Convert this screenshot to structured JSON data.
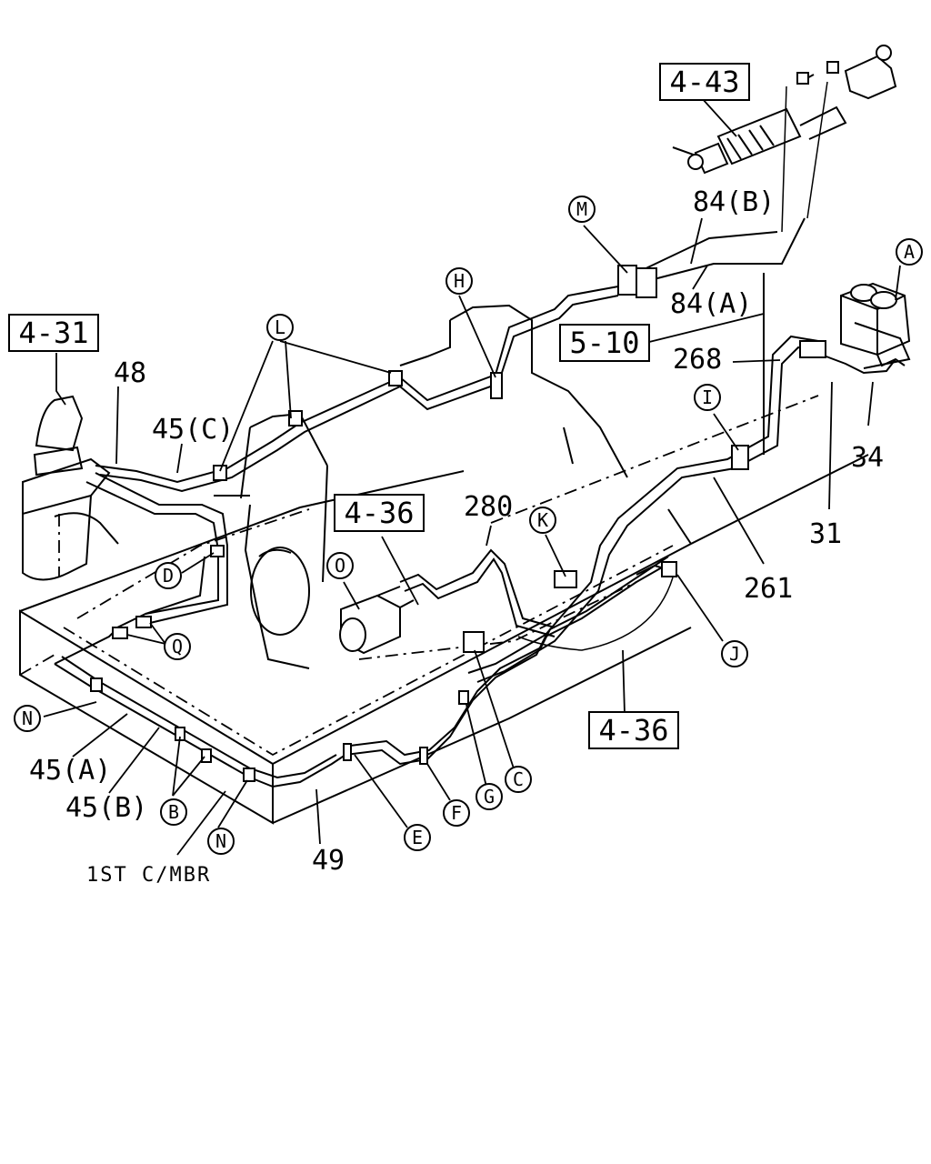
{
  "ref_boxes": {
    "b4_43": "4-43",
    "b4_31": "4-31",
    "b5_10": "5-10",
    "b4_36_top": "4-36",
    "b4_36_bottom": "4-36"
  },
  "part_numbers": {
    "p84b": "84(B)",
    "p84a": "84(A)",
    "p268": "268",
    "p34": "34",
    "p31": "31",
    "p261": "261",
    "p280": "280",
    "p48": "48",
    "p45c": "45(C)",
    "p45a": "45(A)",
    "p45b": "45(B)",
    "p49": "49"
  },
  "callouts": {
    "A": "A",
    "B": "B",
    "C": "C",
    "D": "D",
    "E": "E",
    "F": "F",
    "G": "G",
    "H": "H",
    "I": "I",
    "J": "J",
    "K": "K",
    "L": "L",
    "M": "M",
    "N1": "N",
    "N2": "N",
    "O": "O",
    "Q": "Q"
  },
  "notes": {
    "first_cross_member": "1ST C/MBR"
  }
}
